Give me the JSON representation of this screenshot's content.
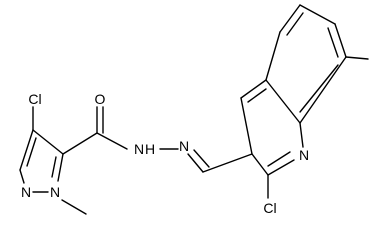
{
  "atom_labels": {
    "cl_pyrazole": "Cl",
    "oxygen": "O",
    "pyrazole_n1": "N",
    "pyrazole_n2": "N",
    "hydrazide_nh": "N",
    "hydrazide_h": "H",
    "hydrazone_n": "N",
    "quinoline_n": "N",
    "cl_quinoline": "Cl"
  }
}
